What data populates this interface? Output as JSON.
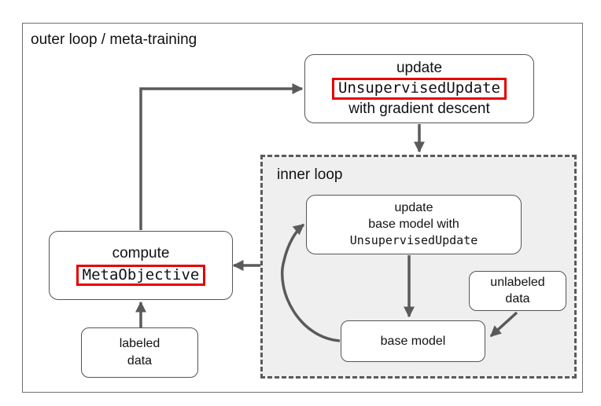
{
  "outer": {
    "title": "outer loop / meta-training"
  },
  "inner": {
    "title": "inner loop"
  },
  "boxes": {
    "outer_update": {
      "line1": "update",
      "code": "UnsupervisedUpdate",
      "line3": "with gradient descent"
    },
    "inner_update": {
      "line1": "update",
      "line2": "base model with",
      "code": "UnsupervisedUpdate"
    },
    "compute": {
      "line1": "compute",
      "code": "MetaObjective"
    },
    "labeled": {
      "line1": "labeled",
      "line2": "data"
    },
    "unlabeled": {
      "line1": "unlabeled",
      "line2": "data"
    },
    "base_model": {
      "label": "base model"
    }
  },
  "colors": {
    "arrow": "#5a5a5a",
    "highlight": "#e60000",
    "inner_bg": "#efefef"
  }
}
